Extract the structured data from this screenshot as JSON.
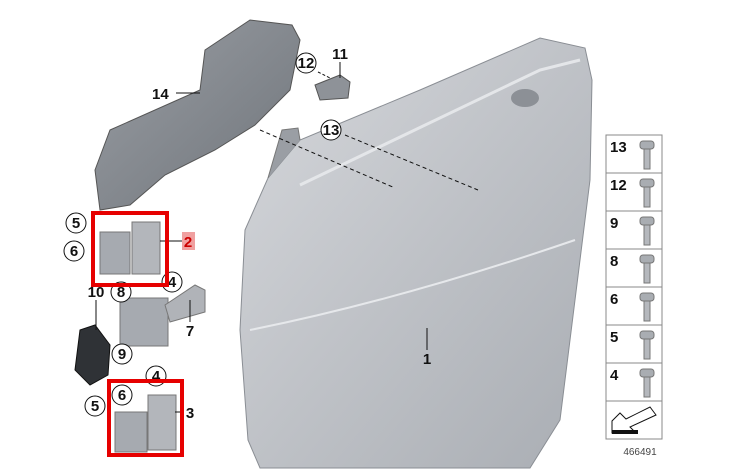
{
  "diagram_number": "466491",
  "highlight_color": "#e60000",
  "part_labels": [
    {
      "id": "14",
      "circled": false
    },
    {
      "id": "12",
      "circled": true
    },
    {
      "id": "11",
      "circled": false
    },
    {
      "id": "13",
      "circled": true
    },
    {
      "id": "5",
      "circled": true
    },
    {
      "id": "6",
      "circled": true
    },
    {
      "id": "2",
      "circled": false,
      "highlighted": true
    },
    {
      "id": "4",
      "circled": true
    },
    {
      "id": "10",
      "circled": false
    },
    {
      "id": "8",
      "circled": true
    },
    {
      "id": "7",
      "circled": false
    },
    {
      "id": "9",
      "circled": true
    },
    {
      "id": "4",
      "circled": true
    },
    {
      "id": "6",
      "circled": true
    },
    {
      "id": "5",
      "circled": true
    },
    {
      "id": "3",
      "circled": false
    },
    {
      "id": "1",
      "circled": false
    }
  ],
  "fastener_legend": [
    "13",
    "12",
    "9",
    "8",
    "6",
    "5",
    "4"
  ],
  "highlighted_parts": [
    "2",
    "3"
  ]
}
